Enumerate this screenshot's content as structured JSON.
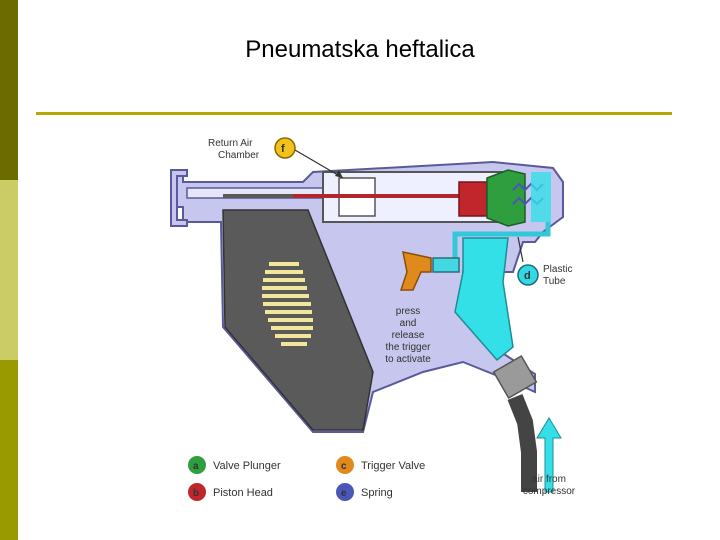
{
  "slide": {
    "title": "Pneumatska heftalica"
  },
  "diagram": {
    "callouts": {
      "f": {
        "letter": "f",
        "line1": "Return Air",
        "line2": "Chamber"
      },
      "d": {
        "letter": "d",
        "line1": "Plastic",
        "line2": "Tube"
      }
    },
    "instruction": [
      "press",
      "and",
      "release",
      "the trigger",
      "to activate"
    ],
    "air_label": [
      "air from",
      "compressor"
    ],
    "legend": [
      {
        "letter": "a",
        "label": "Valve Plunger",
        "color": "#2e9e3e"
      },
      {
        "letter": "b",
        "label": "Piston Head",
        "color": "#c0262c"
      },
      {
        "letter": "c",
        "label": "Trigger Valve",
        "color": "#e08a1e"
      },
      {
        "letter": "e",
        "label": "Spring",
        "color": "#4a56b8"
      }
    ]
  },
  "colors": {
    "bar_dark": "#6b6b00",
    "bar_light": "#cccc66",
    "bar_mid": "#999900",
    "rule": "#b3a900",
    "gun_body": "#c8c8f0",
    "grip": "#555555",
    "air": "#33e0e8"
  }
}
